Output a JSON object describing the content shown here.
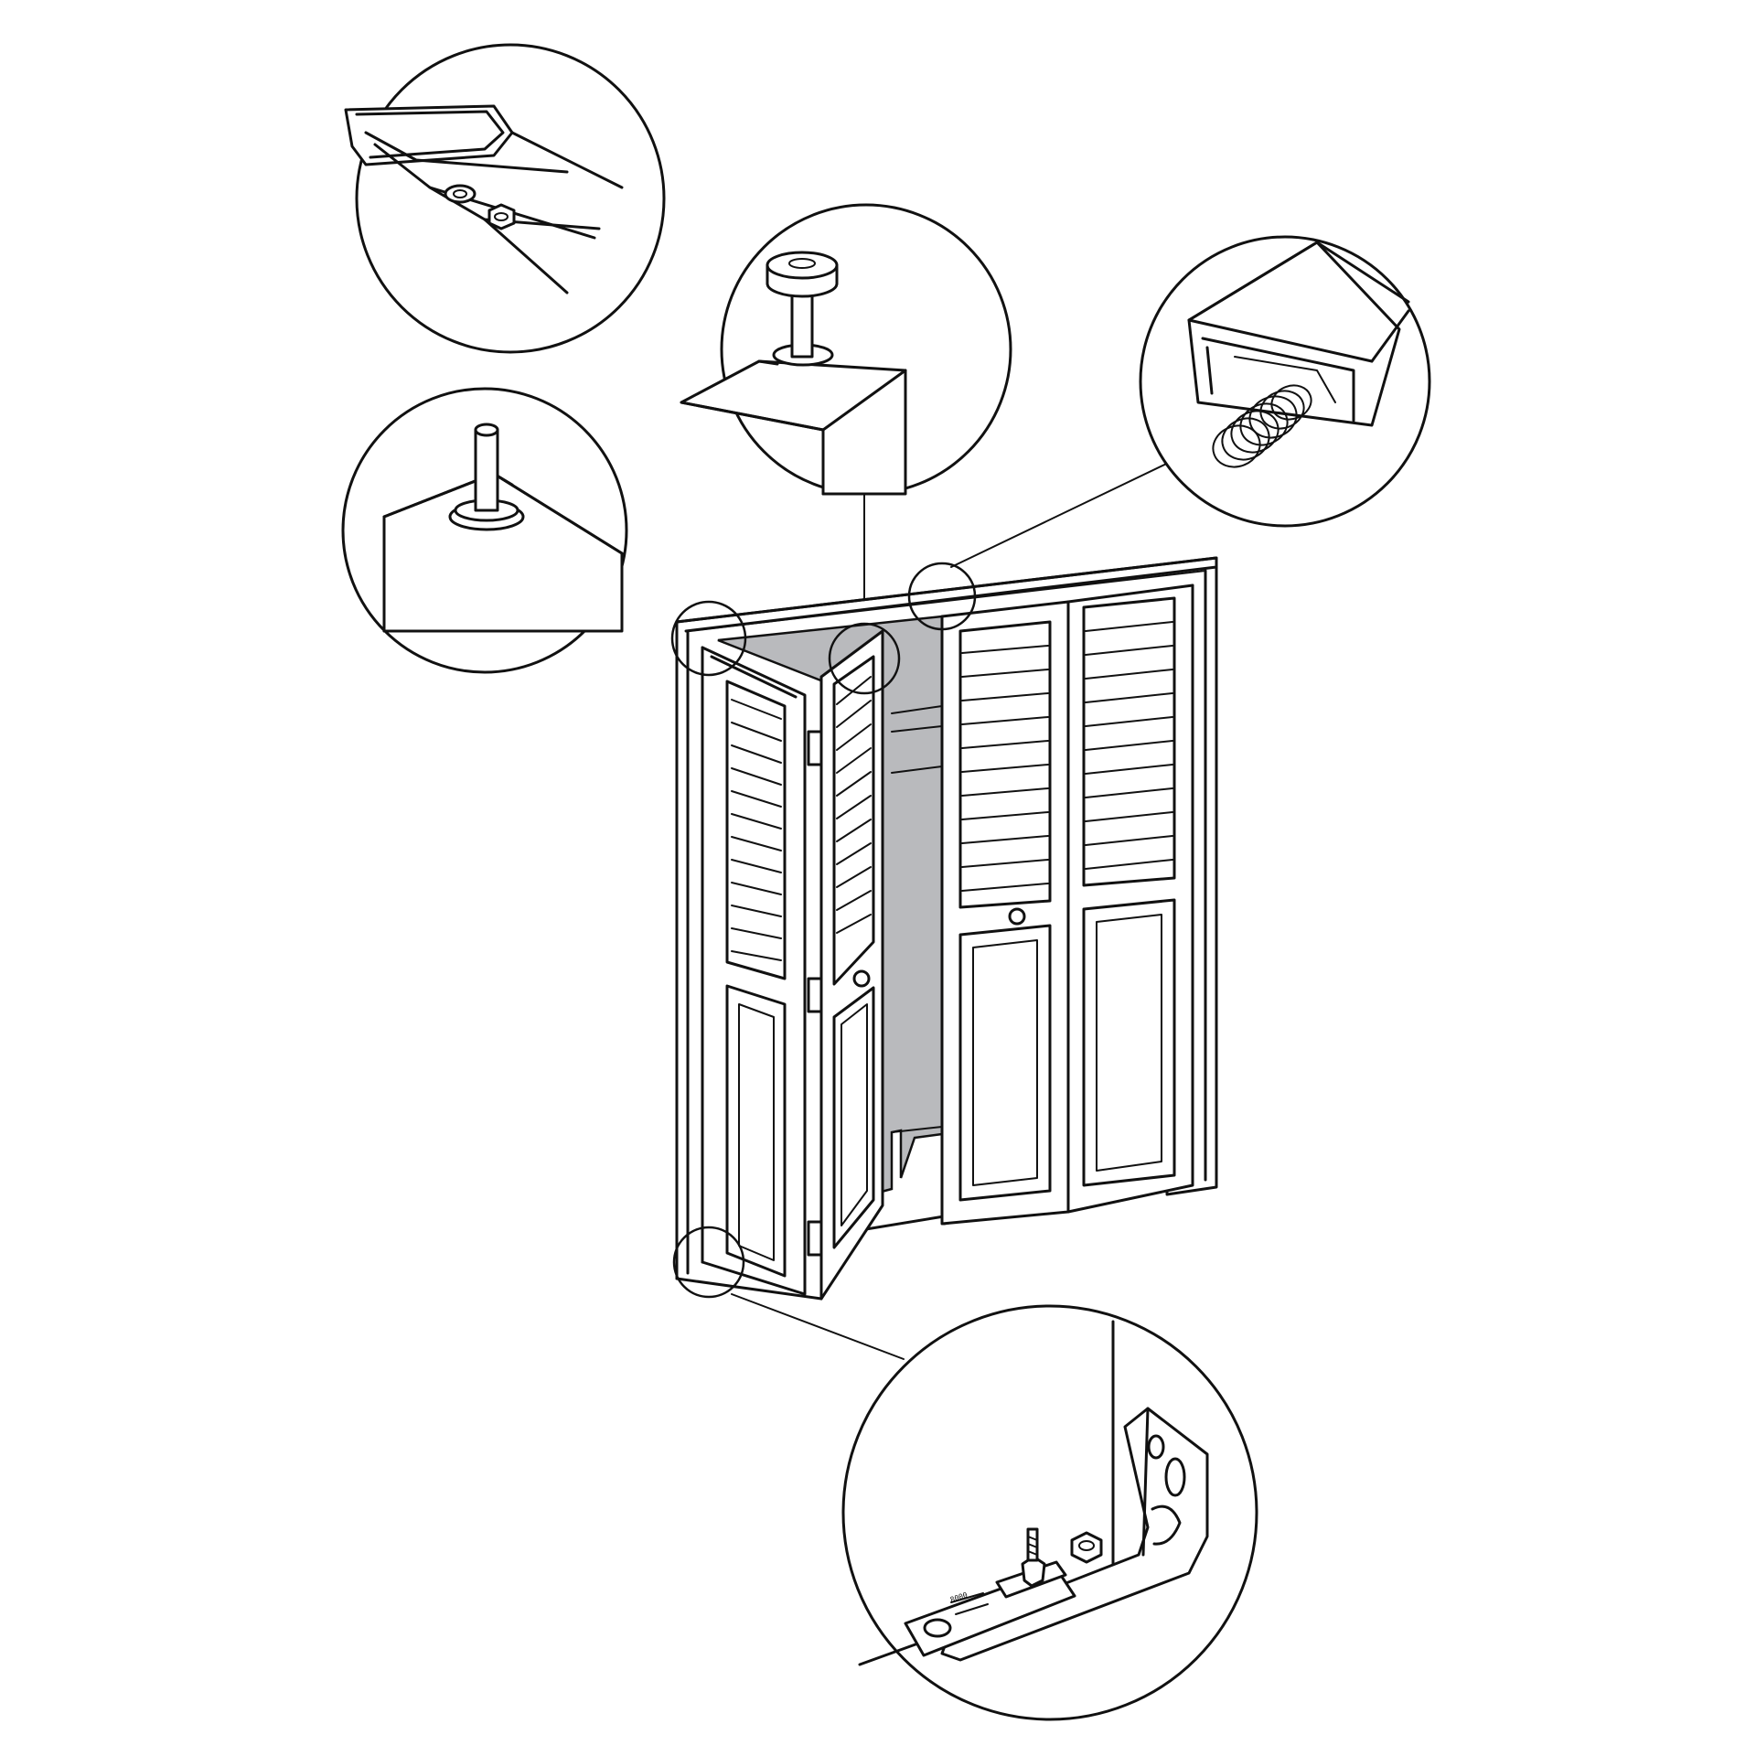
{
  "illustration": {
    "subject": "bifold-closet-door-hardware",
    "callouts": [
      {
        "name": "top-track-guide-callout",
        "icon": "track-bracket-icon"
      },
      {
        "name": "top-pivot-pin-callout",
        "icon": "pivot-pin-icon"
      },
      {
        "name": "top-guide-wheel-callout",
        "icon": "guide-wheel-icon"
      },
      {
        "name": "spring-roller-callout",
        "icon": "spring-icon"
      },
      {
        "name": "bottom-pivot-bracket-callout",
        "icon": "bottom-bracket-icon"
      }
    ],
    "colors": {
      "line": "#111111",
      "background": "#ffffff",
      "interior": "#b9babd"
    }
  }
}
